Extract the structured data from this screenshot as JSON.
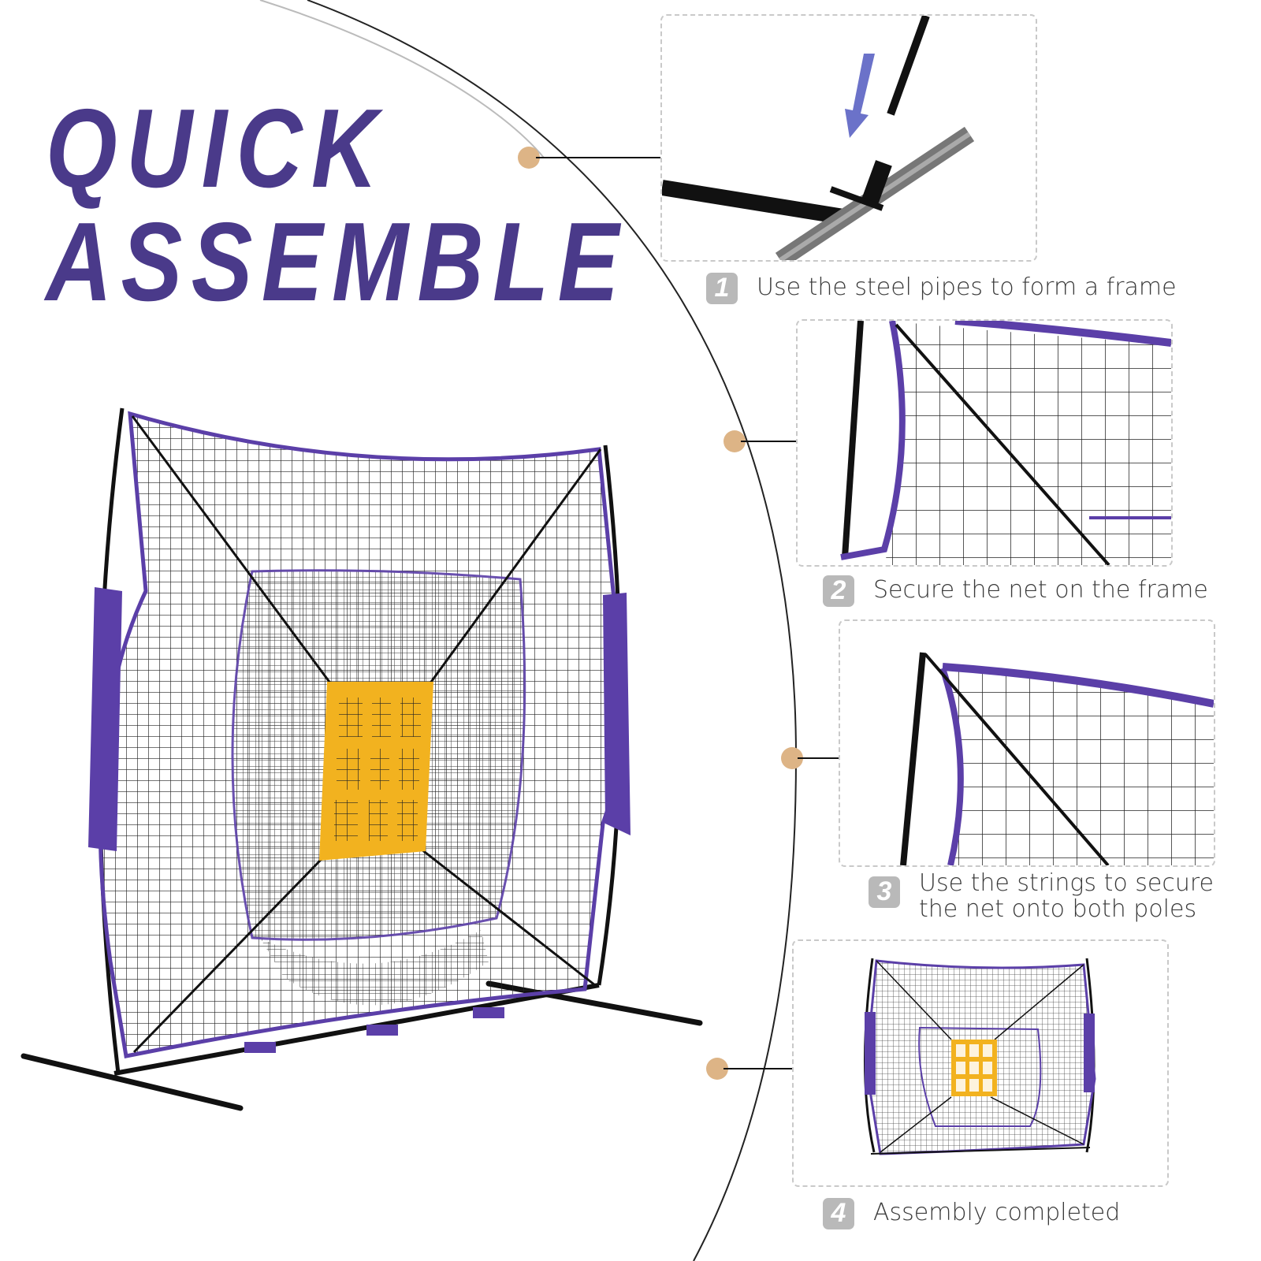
{
  "title": {
    "line1": "QUICK",
    "line2": "ASSEMBLE"
  },
  "colors": {
    "title_purple": "#4a3a8a",
    "net_purple": "#5b3fa8",
    "target_yellow": "#f2b21f",
    "dot_tan": "#ddb486",
    "badge_gray": "#b9b9b9",
    "arrow_blue": "#6b72c9"
  },
  "steps": [
    {
      "number": "1",
      "text": "Use the steel pipes to form a frame"
    },
    {
      "number": "2",
      "text": "Secure the net on the frame"
    },
    {
      "number": "3",
      "text": "Use the strings to secure the net onto both poles"
    },
    {
      "number": "4",
      "text": "Assembly completed"
    }
  ],
  "icons": {
    "arrow": "down-left-arrow-icon",
    "connector": "tan-dot-icon"
  }
}
